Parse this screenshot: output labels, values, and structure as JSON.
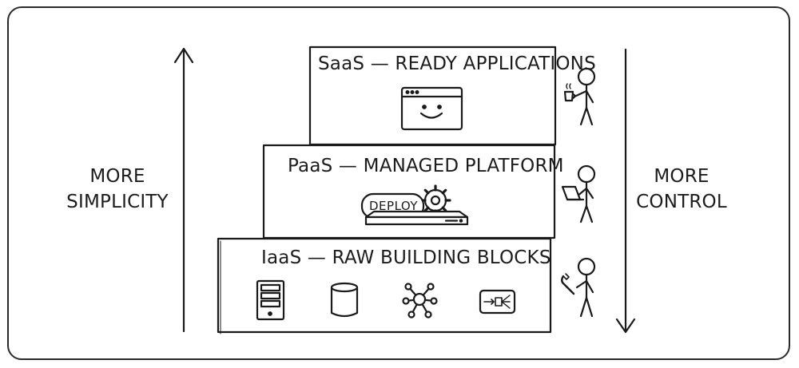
{
  "tiers": {
    "saas": {
      "title": "SaaS — READY APPLICATIONS"
    },
    "paas": {
      "title": "PaaS — MANAGED PLATFORM",
      "badge": "DEPLOY"
    },
    "iaas": {
      "title": "IaaS — RAW BUILDING BLOCKS"
    }
  },
  "left_axis": {
    "line1": "MORE",
    "line2": "SIMPLICITY"
  },
  "right_axis": {
    "line1": "MORE",
    "line2": "CONTROL"
  },
  "icons": {
    "saas": [
      "browser-window-smiley-icon"
    ],
    "paas": [
      "deploy-gear-platform-icon"
    ],
    "iaas": [
      "server-tower-icon",
      "database-cylinder-icon",
      "network-hub-icon",
      "load-balancer-icon"
    ],
    "people": [
      "coffee-person-icon",
      "laptop-person-icon",
      "wrench-person-icon"
    ]
  },
  "colors": {
    "ink": "#1a1a1a",
    "background": "#ffffff"
  }
}
